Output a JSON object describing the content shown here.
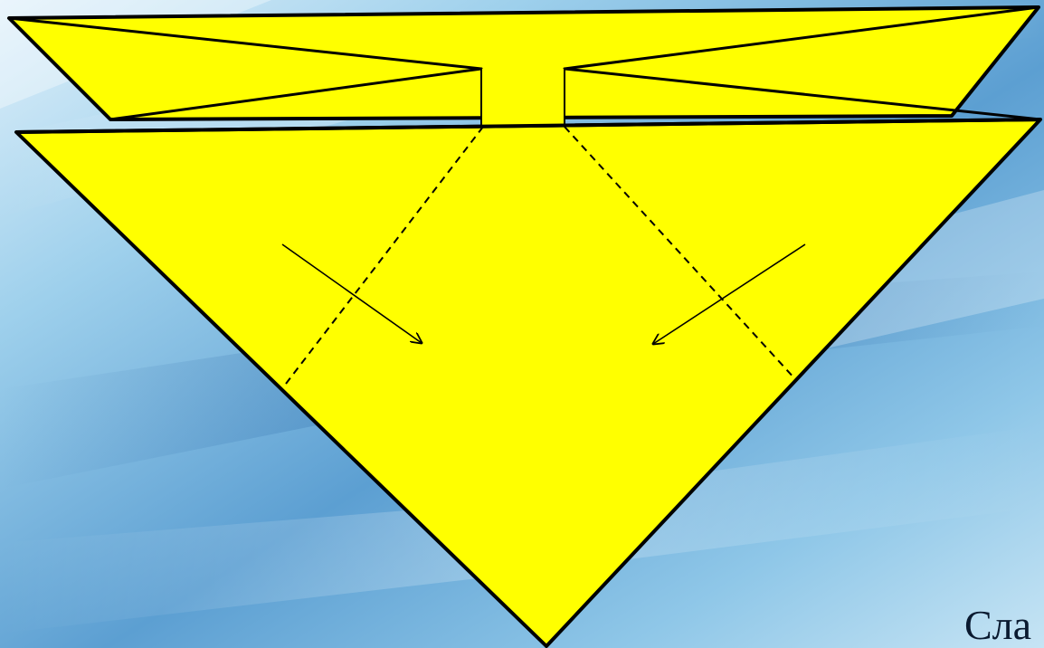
{
  "caption": "Сла",
  "colors": {
    "paper": "#FFFF00",
    "outline": "#000000",
    "background_light": "#E6F3FB",
    "background_mid": "#8EC6E6",
    "background_deep": "#2A6BAE"
  },
  "figure": {
    "parts": [
      "top-flap",
      "main-triangle",
      "tab"
    ],
    "fold_lines": [
      "fold-line-left",
      "fold-line-right"
    ],
    "arrows": [
      "fold-arrow-left",
      "fold-arrow-right"
    ]
  }
}
